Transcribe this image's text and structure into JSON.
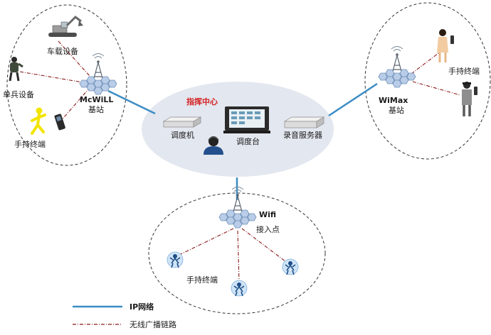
{
  "center": {
    "title": "指挥中心",
    "dispatcher_label": "调度机",
    "console_label": "调度台",
    "recorder_label": "录音服务器"
  },
  "mcwill": {
    "base_name": "McWiLL",
    "base_suffix": "基站",
    "vehicle_label": "车载设备",
    "soldier_label": "单兵设备",
    "handheld_label": "手持终端"
  },
  "wimax": {
    "base_name": "WiMax",
    "base_suffix": "基站",
    "handheld_label": "手持终端"
  },
  "wifi": {
    "base_name": "Wifi",
    "base_suffix": "接入点",
    "handheld_label": "手持终端"
  },
  "legend": {
    "ip_label": "IP网络",
    "wireless_label": "无线广播链路"
  },
  "colors": {
    "ip_line": "#3c8cc4",
    "wireless_line": "#8b1a1a",
    "center_title": "#d42020",
    "center_ellipse": "#e3e7ef"
  }
}
